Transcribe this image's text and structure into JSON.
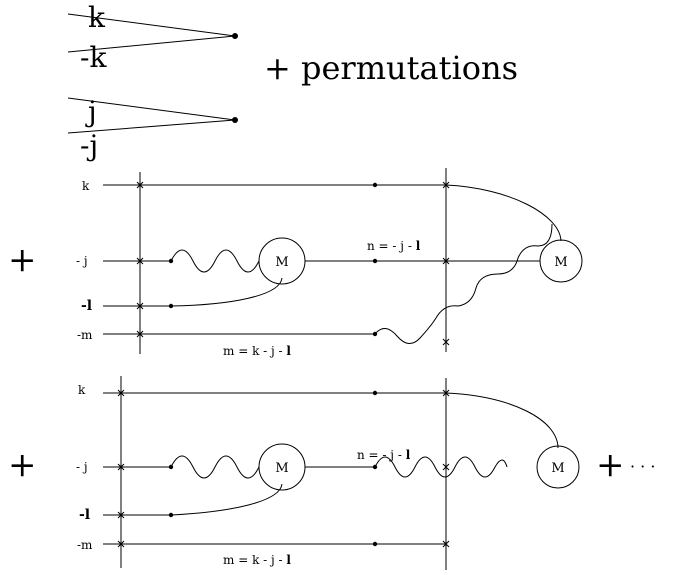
{
  "header": {
    "diagram_1": {
      "top_label": "k",
      "bottom_label": "-k"
    },
    "diagram_2": {
      "top_label": "j",
      "bottom_label": "-j"
    },
    "permutations_text": "+ permutations"
  },
  "operators": {
    "plus_1": "+",
    "plus_2": "+",
    "plus_trailing": "+",
    "ellipsis": "· · ·"
  },
  "graph_1": {
    "row_labels": {
      "k": "k",
      "j": "- j",
      "l": "-l",
      "m": "-m"
    },
    "vertex_left": "M",
    "vertex_right": "M",
    "annotation_n": "n = - j - ",
    "annotation_n_bold": "l",
    "annotation_m": "m = k - j - ",
    "annotation_m_bold": "l"
  },
  "graph_2": {
    "row_labels": {
      "k": "k",
      "j": "- j",
      "l": "-l",
      "m": "-m"
    },
    "vertex_left": "M",
    "vertex_right": "M",
    "annotation_n": "n = - j - ",
    "annotation_n_bold": "l",
    "annotation_m": "m = k - j - ",
    "annotation_m_bold": "l"
  }
}
